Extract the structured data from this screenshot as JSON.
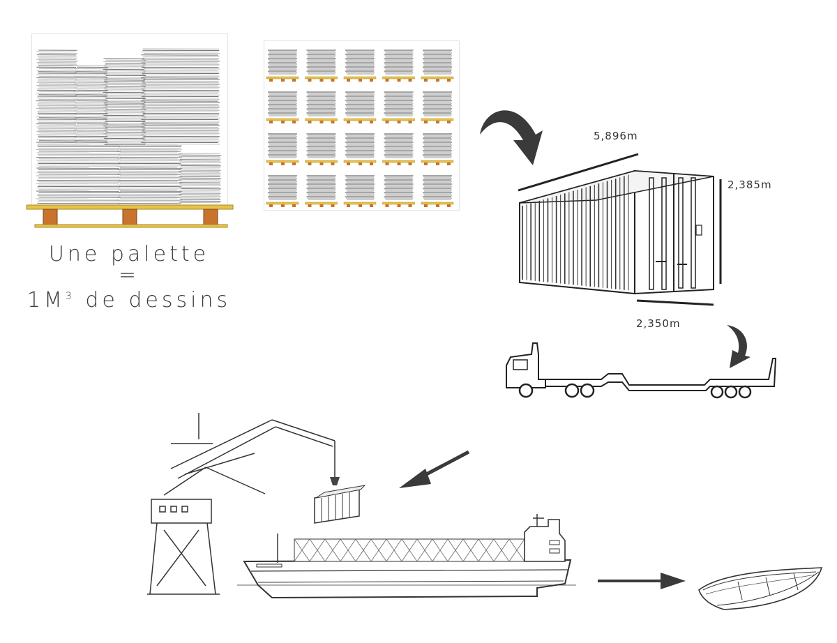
{
  "caption": {
    "line1": "Une palette",
    "line2": "=",
    "line3_prefix": "1M",
    "line3_sup": "3",
    "line3_suffix": " de dessins"
  },
  "dimensions": {
    "length": "5,896m",
    "height": "2,385m",
    "width": "2,350m"
  },
  "pallet_grid": {
    "rows": 4,
    "cols": 5
  },
  "colors": {
    "pallet_wood": "#c8742c",
    "pallet_board": "#e9c24a",
    "arrow": "#3a3a3a",
    "paper": "#9a9a9a"
  }
}
